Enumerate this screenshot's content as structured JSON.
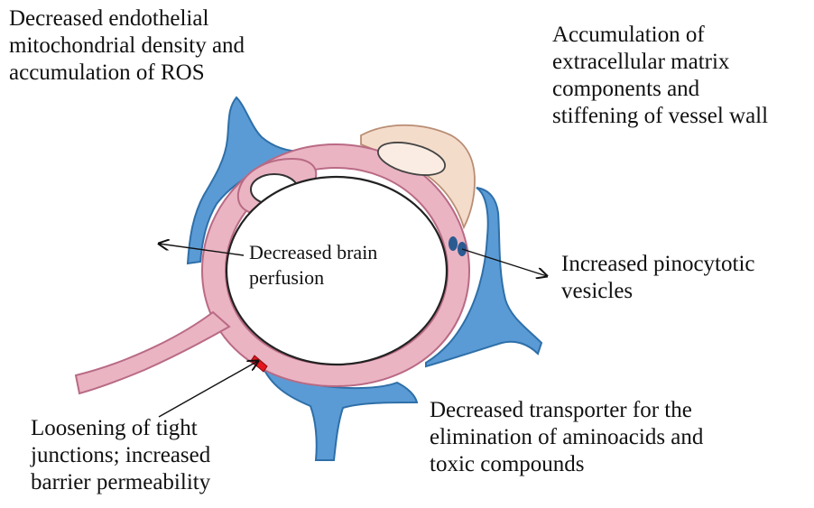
{
  "colors": {
    "endothelium": "#eab4c3",
    "endothelium_edge": "#b96a84",
    "astrocyte": "#5b9bd5",
    "astrocyte_edge": "#2e6fa8",
    "pericyte": "#f4dccb",
    "tight_junction": "#e3161d",
    "vesicle": "#2b5a91",
    "line": "#111111"
  },
  "labels": {
    "mitochondria": [
      "Decreased endothelial",
      "mitochondrial density and",
      "accumulation of ROS"
    ],
    "ecm": [
      "Accumulation of",
      "extracellular matrix",
      "components and",
      "stiffening of vessel wall"
    ],
    "perfusion": [
      "Decreased brain",
      "perfusion"
    ],
    "pinocytotic": [
      "Increased pinocytotic",
      "vesicles"
    ],
    "tight_junctions": [
      "Loosening of tight",
      "junctions; increased",
      "barrier permeability"
    ],
    "transporter": [
      "Decreased transporter for the",
      "elimination of aminoacids and",
      "toxic compounds"
    ]
  }
}
